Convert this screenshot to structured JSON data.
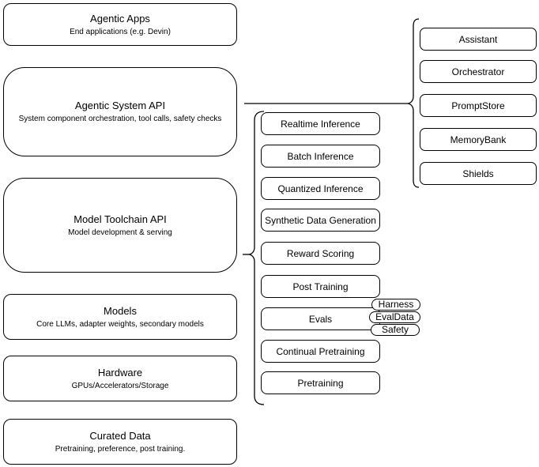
{
  "diagram": {
    "layers": [
      {
        "title": "Agentic Apps",
        "subtitle": "End applications (e.g. Devin)"
      },
      {
        "title": "Agentic System API",
        "subtitle": "System component orchestration, tool calls, safety checks"
      },
      {
        "title": "Model Toolchain API",
        "subtitle": "Model development & serving"
      },
      {
        "title": "Models",
        "subtitle": "Core LLMs, adapter weights, secondary models"
      },
      {
        "title": "Hardware",
        "subtitle": "GPUs/Accelerators/Storage"
      },
      {
        "title": "Curated Data",
        "subtitle": "Pretraining, preference, post training."
      }
    ],
    "toolchain_capabilities": [
      "Realtime Inference",
      "Batch Inference",
      "Quantized Inference",
      "Synthetic Data Generation",
      "Reward Scoring",
      "Post Training",
      "Evals",
      "Continual Pretraining",
      "Pretraining"
    ],
    "eval_tags": [
      "Harness",
      "EvalData",
      "Safety"
    ],
    "system_components": [
      "Assistant",
      "Orchestrator",
      "PromptStore",
      "MemoryBank",
      "Shields"
    ],
    "colors": {
      "stroke": "#000000",
      "fill": "#ffffff",
      "text": "#000000",
      "background": "#ffffff"
    }
  }
}
